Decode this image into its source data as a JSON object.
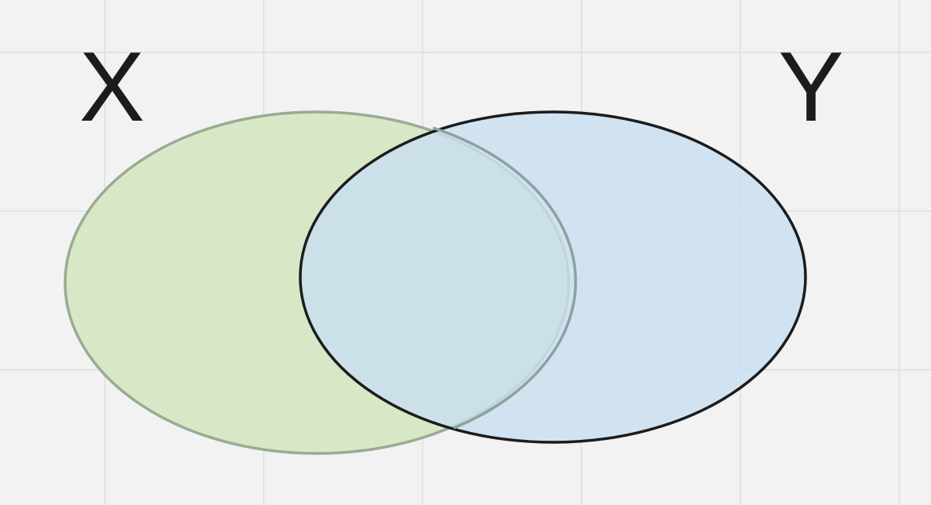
{
  "diagram": {
    "type": "venn",
    "sets": [
      {
        "id": "x",
        "label": "X",
        "fill": "#d6e7c3",
        "stroke": "#9aab93"
      },
      {
        "id": "y",
        "label": "Y",
        "fill": "#c9def0",
        "stroke": "#1c1c1c"
      }
    ],
    "colors": {
      "background": "#f2f2f2",
      "grid": "#e3e3e3",
      "label": "#1c1c1c"
    }
  }
}
